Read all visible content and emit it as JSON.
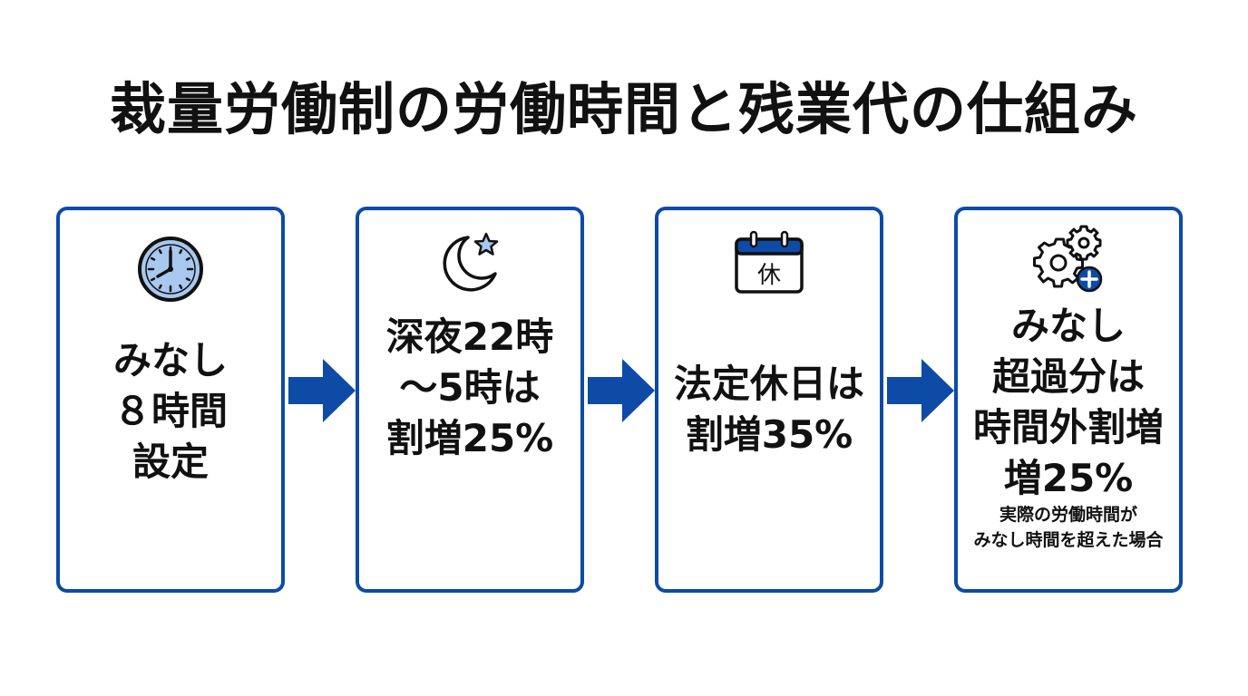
{
  "title": "裁量労働制の労働時間と残業代の仕組み",
  "colors": {
    "accent": "#0d4ba6",
    "icon_fill": "#a9c8ef",
    "text": "#111111"
  },
  "cards": [
    {
      "icon": "clock-icon",
      "lines": [
        "みなし",
        "８時間",
        "設定"
      ]
    },
    {
      "icon": "moon-star-icon",
      "lines": [
        "深夜22時",
        "～5時は",
        "割増25%"
      ]
    },
    {
      "icon": "calendar-holiday-icon",
      "icon_text": "休",
      "lines": [
        "法定休日は",
        "割増35%"
      ]
    },
    {
      "icon": "gears-plus-icon",
      "lines": [
        "みなし",
        "超過分は",
        "時間外割増",
        "増25%"
      ],
      "note": [
        "実際の労働時間が",
        "みなし時間を超えた場合"
      ]
    }
  ]
}
